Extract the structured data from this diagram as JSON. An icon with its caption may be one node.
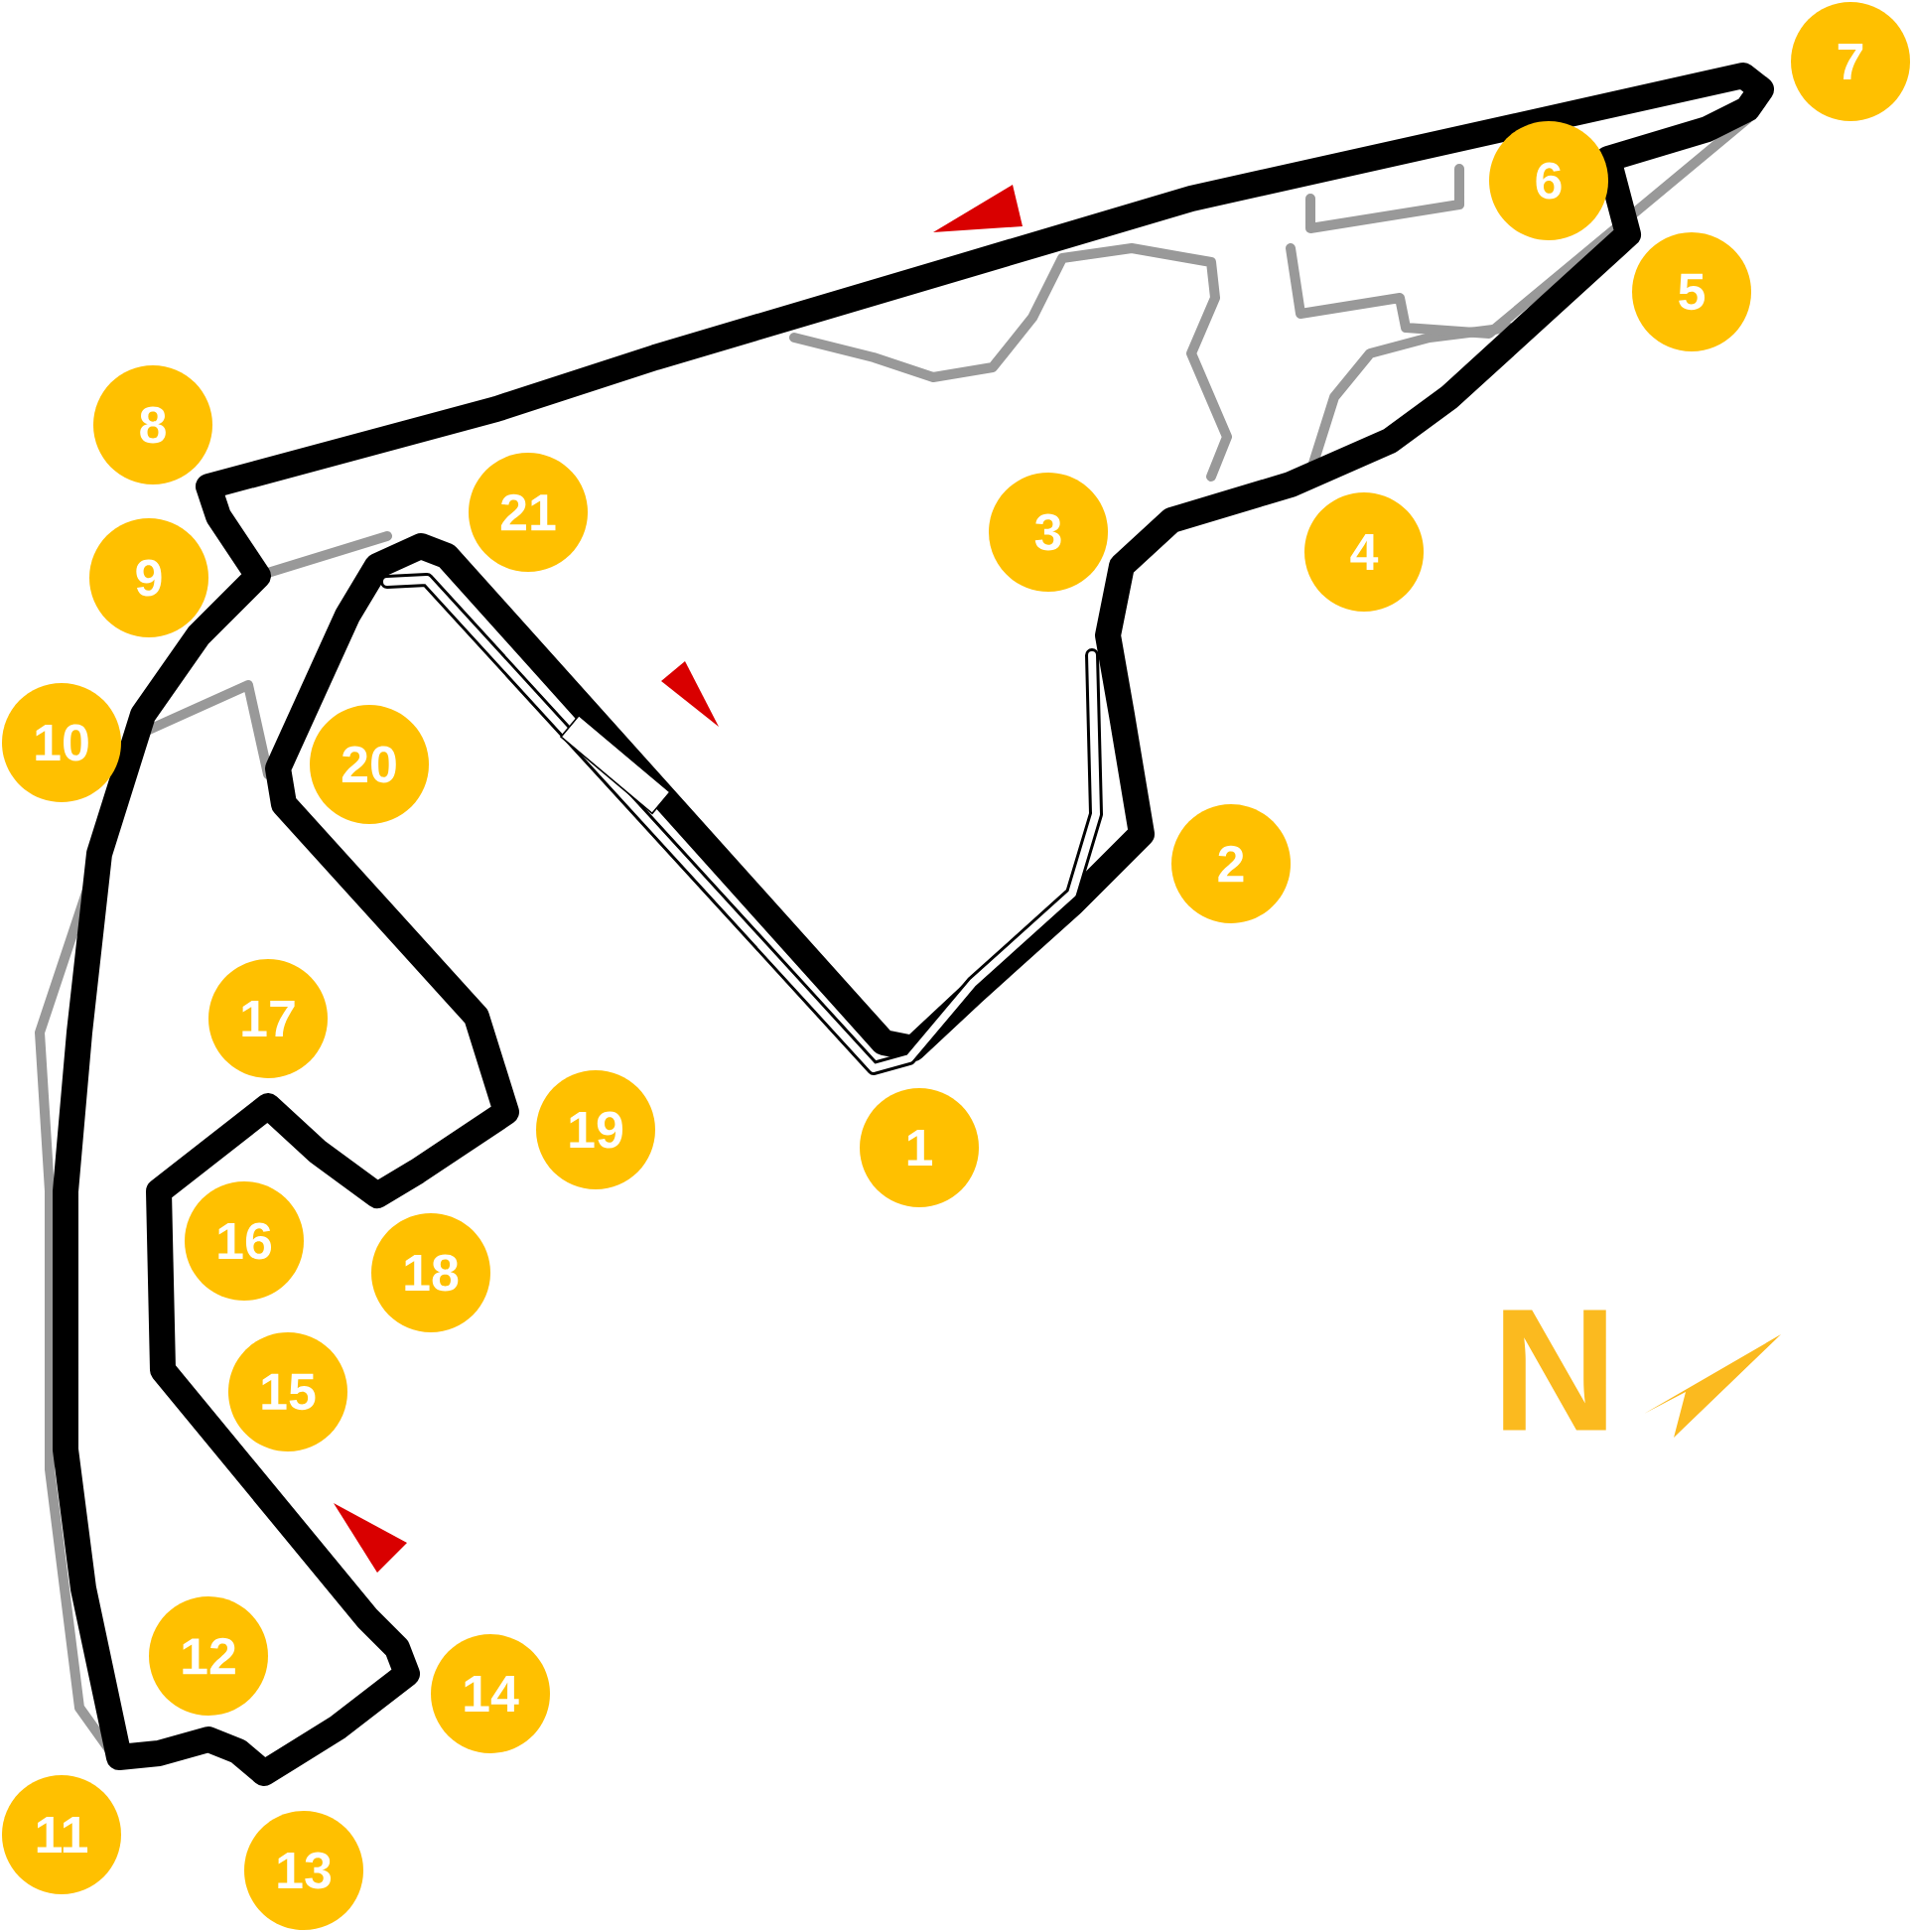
{
  "diagram": {
    "nodes": [
      {
        "text": [
          "1"
        ]
      },
      {
        "text": [
          "2"
        ]
      },
      {
        "text": [
          "3"
        ]
      },
      {
        "text": [
          "4"
        ]
      },
      {
        "text": [
          "5"
        ]
      },
      {
        "text": [
          "6"
        ]
      },
      {
        "text": [
          "7"
        ]
      },
      {
        "text": [
          "8"
        ]
      },
      {
        "text": [
          "9"
        ]
      },
      {
        "text": [
          "10"
        ]
      },
      {
        "text": [
          "11"
        ]
      },
      {
        "text": [
          "12"
        ]
      },
      {
        "text": [
          "13"
        ]
      },
      {
        "text": [
          "14"
        ]
      },
      {
        "text": [
          "15"
        ]
      },
      {
        "text": [
          "16"
        ]
      },
      {
        "text": [
          "17"
        ]
      },
      {
        "text": [
          "18"
        ]
      },
      {
        "text": [
          "19"
        ]
      },
      {
        "text": [
          "20"
        ]
      },
      {
        "text": [
          "21"
        ]
      }
    ],
    "labels": [
      "N"
    ]
  }
}
